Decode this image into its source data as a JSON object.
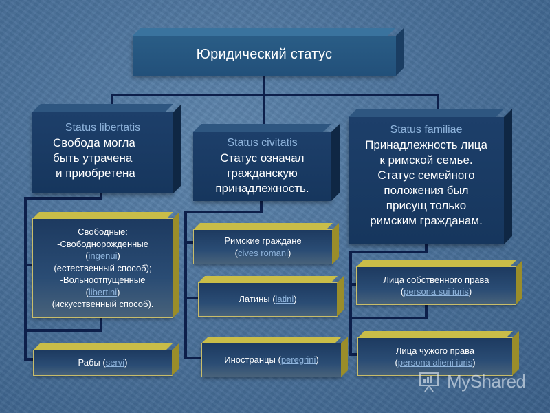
{
  "title": "Юридический статус",
  "categories": [
    {
      "latin": "Status libertatis",
      "description_lines": [
        "Свобода могла",
        "быть утрачена",
        "и приобретена"
      ],
      "children": [
        {
          "lines": [
            [
              {
                "t": "Свободные:"
              }
            ],
            [
              {
                "t": "-Свободнорожденные"
              }
            ],
            [
              {
                "t": "("
              },
              {
                "t": "ingenui",
                "latin": true
              },
              {
                "t": ")"
              }
            ],
            [
              {
                "t": "(естественный способ);"
              }
            ],
            [
              {
                "t": "-Вольноотпущенные"
              }
            ],
            [
              {
                "t": "("
              },
              {
                "t": "libertini",
                "latin": true
              },
              {
                "t": ")"
              }
            ],
            [
              {
                "t": "(искусственный способ)."
              }
            ]
          ]
        },
        {
          "lines": [
            [
              {
                "t": "Рабы ("
              },
              {
                "t": "servi",
                "latin": true
              },
              {
                "t": ")"
              }
            ]
          ]
        }
      ]
    },
    {
      "latin": "Status civitatis",
      "description_lines": [
        "Статус означал",
        "гражданскую",
        "принадлежность."
      ],
      "children": [
        {
          "lines": [
            [
              {
                "t": "Римские граждане"
              }
            ],
            [
              {
                "t": "("
              },
              {
                "t": "cives romani",
                "latin": true
              },
              {
                "t": ")"
              }
            ]
          ]
        },
        {
          "lines": [
            [
              {
                "t": "Латины ("
              },
              {
                "t": "latini",
                "latin": true
              },
              {
                "t": ")"
              }
            ]
          ]
        },
        {
          "lines": [
            [
              {
                "t": "Иностранцы ("
              },
              {
                "t": "peregrini",
                "latin": true
              },
              {
                "t": ")"
              }
            ]
          ]
        }
      ]
    },
    {
      "latin": "Status familiae",
      "description_lines": [
        "Принадлежность лица",
        "к римской семье.",
        "Статус семейного",
        "положения был",
        "присущ только",
        "римским гражданам."
      ],
      "children": [
        {
          "lines": [
            [
              {
                "t": "Лица собственного права"
              }
            ],
            [
              {
                "t": "("
              },
              {
                "t": "persona sui iuris",
                "latin": true
              },
              {
                "t": ")"
              }
            ]
          ]
        },
        {
          "lines": [
            [
              {
                "t": "Лица чужого права"
              }
            ],
            [
              {
                "t": "("
              },
              {
                "t": "persona alieni iuris",
                "latin": true
              },
              {
                "t": ")"
              }
            ]
          ]
        }
      ]
    }
  ],
  "watermark": "MyShared",
  "colors": {
    "background": "#4b729b",
    "header_box": "#1d3f6a",
    "root_box": "#2a5d86",
    "connector": "#0d1f4a",
    "leaf_border": "#c9bd6a",
    "latin_text": "#8fb4dc"
  }
}
